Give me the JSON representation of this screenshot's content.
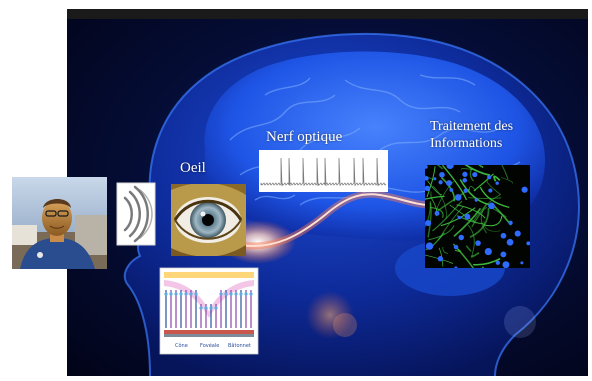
{
  "labels": {
    "oeil": "Oeil",
    "nerf_optique": "Nerf optique",
    "traitement_line1": "Traitement des",
    "traitement_line2": "Informations"
  },
  "retina": {
    "cone": "Cône",
    "fovea": "Fovéale",
    "batonnet": "Bâtonnet"
  },
  "colors": {
    "background_dark": "#03071f",
    "brain_blue": "#1f5cff",
    "optic_path": "#ff7a4d",
    "neuron_green": "#3fbf3f",
    "neuron_blue": "#2f6bff"
  },
  "icons": {
    "person": "person-photo",
    "sound": "sound-waves-icon",
    "eye": "eye-photo",
    "signal": "spike-train-graph",
    "neurons": "neuron-network-image",
    "retina": "retina-diagram"
  }
}
